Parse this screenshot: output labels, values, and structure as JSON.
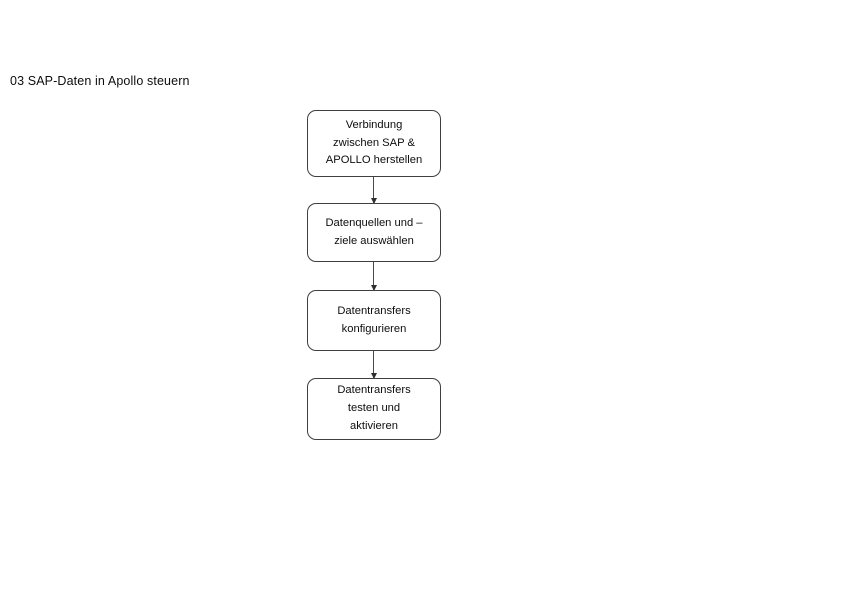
{
  "document": {
    "title": "03 SAP-Daten in Apollo steuern",
    "background_color": "#ffffff",
    "text_color": "#0d0d0d"
  },
  "diagram": {
    "type": "flowchart",
    "orientation": "vertical-top-to-bottom",
    "node_border_color": "#3f3f3f",
    "node_fill_color": "#ffffff",
    "connector_color": "#4a4a4a",
    "nodes": [
      {
        "id": "step-1",
        "label": "Verbindung\nzwischen SAP &\nAPOLLO herstellen"
      },
      {
        "id": "step-2",
        "label": "Datenquellen und –\nziele auswählen"
      },
      {
        "id": "step-3",
        "label": "Datentransfers\nkonfigurieren"
      },
      {
        "id": "step-4",
        "label": "Datentransfers\ntesten und\naktivieren"
      }
    ],
    "connectors": [
      {
        "id": "arrow-1",
        "from": "step-1",
        "to": "step-2"
      },
      {
        "id": "arrow-2",
        "from": "step-2",
        "to": "step-3"
      },
      {
        "id": "arrow-3",
        "from": "step-3",
        "to": "step-4"
      }
    ]
  }
}
